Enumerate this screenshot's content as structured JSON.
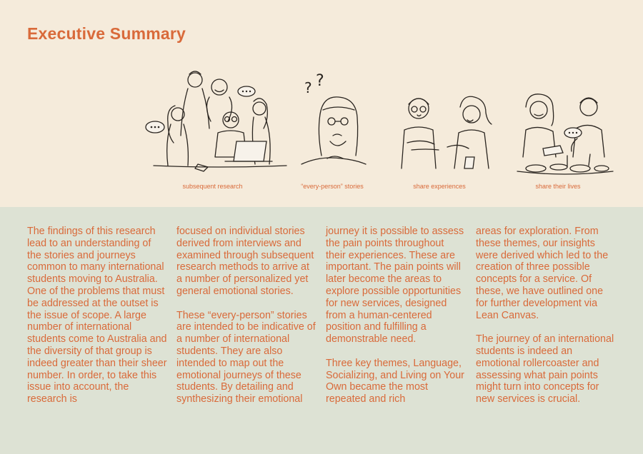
{
  "page": {
    "title": "Executive Summary"
  },
  "illustrations": [
    {
      "caption": "subsequent research",
      "icon": "group-research-sketch"
    },
    {
      "caption": "“every-person” stories",
      "icon": "thinking-person-sketch"
    },
    {
      "caption": "share experiences",
      "icon": "two-people-talking-sketch"
    },
    {
      "caption": "share their lives",
      "icon": "two-people-dining-sketch"
    }
  ],
  "columns": [
    {
      "paragraphs": [
        "The findings of this research lead to an understanding of the stories and journeys common to many international students moving to Australia. One of the problems that must be addressed at the outset is the issue of scope. A large number of international students come to Australia and the diversity of that group is indeed greater than their sheer number. In order, to take this issue into account, the research is"
      ]
    },
    {
      "paragraphs": [
        "focused on individual stories derived from interviews and examined through subsequent research methods to arrive at a number of personalized yet general emotional stories.",
        "These “every-person” stories are intended to be indicative of a number of international students. They are also intended to map out the emotional journeys of these students. By detailing and synthesizing their emotional"
      ]
    },
    {
      "paragraphs": [
        "journey it is possible to assess the pain points throughout their experiences. These are important.  The pain points will later become the areas to explore possible opportunities for new services, designed from a human-centered position and fulfilling a demonstrable need.",
        "Three key themes, Language, Socializing, and Living on Your Own became the most repeated and rich"
      ]
    },
    {
      "paragraphs": [
        "areas for exploration. From these themes, our insights were derived which led to the creation of three possible concepts for a service. Of these, we have outlined one for further development via Lean Canvas.",
        "The journey of an international students is indeed an emotional rollercoaster and assessing what pain points might turn into concepts for new services is crucial."
      ]
    }
  ],
  "colors": {
    "accent": "#d96a3a",
    "top_bg": "#f5ebdb",
    "bottom_bg": "#dde2d4"
  }
}
